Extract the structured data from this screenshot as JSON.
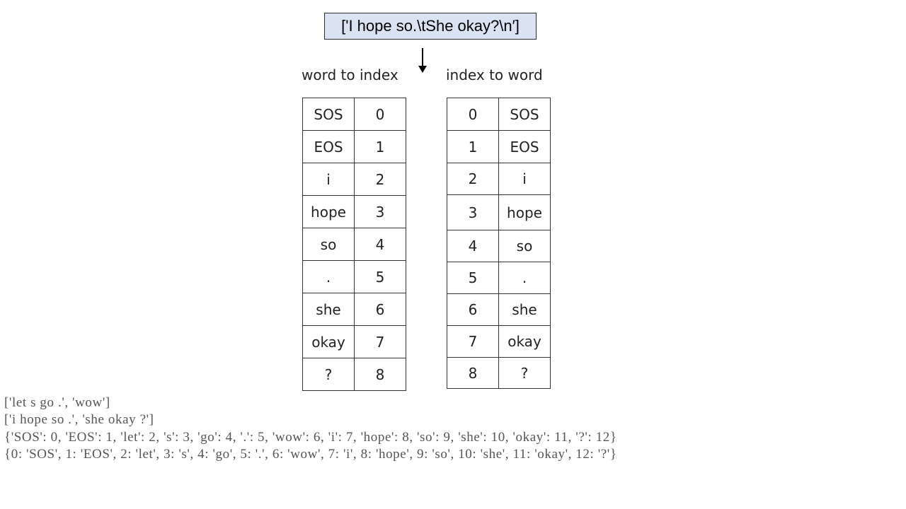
{
  "input_sentence": "['I hope so.\\tShe okay?\\n′]",
  "word_to_index": {
    "title": "word to index",
    "rows": [
      {
        "word": "SOS",
        "index": "0"
      },
      {
        "word": "EOS",
        "index": "1"
      },
      {
        "word": "i",
        "index": "2"
      },
      {
        "word": "hope",
        "index": "3"
      },
      {
        "word": "so",
        "index": "4"
      },
      {
        "word": ".",
        "index": "5"
      },
      {
        "word": "she",
        "index": "6"
      },
      {
        "word": "okay",
        "index": "7"
      },
      {
        "word": "?",
        "index": "8"
      }
    ]
  },
  "index_to_word": {
    "title": "index to word",
    "rows": [
      {
        "index": "0",
        "word": "SOS"
      },
      {
        "index": "1",
        "word": "EOS"
      },
      {
        "index": "2",
        "word": "i"
      },
      {
        "index": "3",
        "word": "hope"
      },
      {
        "index": "4",
        "word": "so"
      },
      {
        "index": "5",
        "word": "."
      },
      {
        "index": "6",
        "word": "she"
      },
      {
        "index": "7",
        "word": "okay"
      },
      {
        "index": "8",
        "word": "?"
      }
    ]
  },
  "console_output": [
    "['let s go .', 'wow']",
    "['i hope so .', 'she okay ?']",
    "{'SOS': 0, 'EOS': 1, 'let': 2, 's': 3, 'go': 4, '.': 5, 'wow': 6, 'i': 7, 'hope': 8, 'so': 9, 'she': 10, 'okay': 11, '?': 12}",
    "{0: 'SOS', 1: 'EOS', 2: 'let', 3: 's', 4: 'go', 5: '.', 6: 'wow', 7: 'i', 8: 'hope', 9: 'so', 10: 'she', 11: 'okay', 12: '?'}"
  ]
}
